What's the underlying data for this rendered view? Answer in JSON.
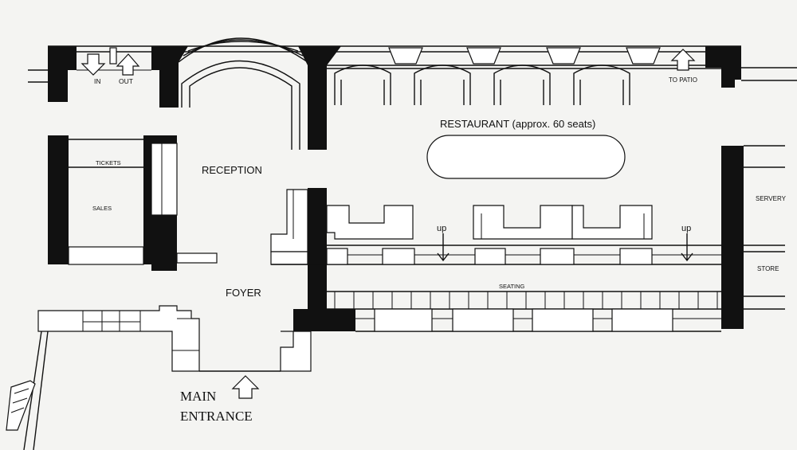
{
  "labels": {
    "in": "IN",
    "out": "OUT",
    "to_patio": "TO PATIO",
    "restaurant": "RESTAURANT (approx. 60 seats)",
    "tickets": "TICKETS",
    "sales": "SALES",
    "reception": "RECEPTION",
    "servery": "SERVERY",
    "store": "STORE",
    "up_left": "up",
    "up_right": "up",
    "seating": "SEATING",
    "foyer": "FOYER",
    "main_entrance_line1": "MAIN",
    "main_entrance_line2": "ENTRANCE"
  }
}
